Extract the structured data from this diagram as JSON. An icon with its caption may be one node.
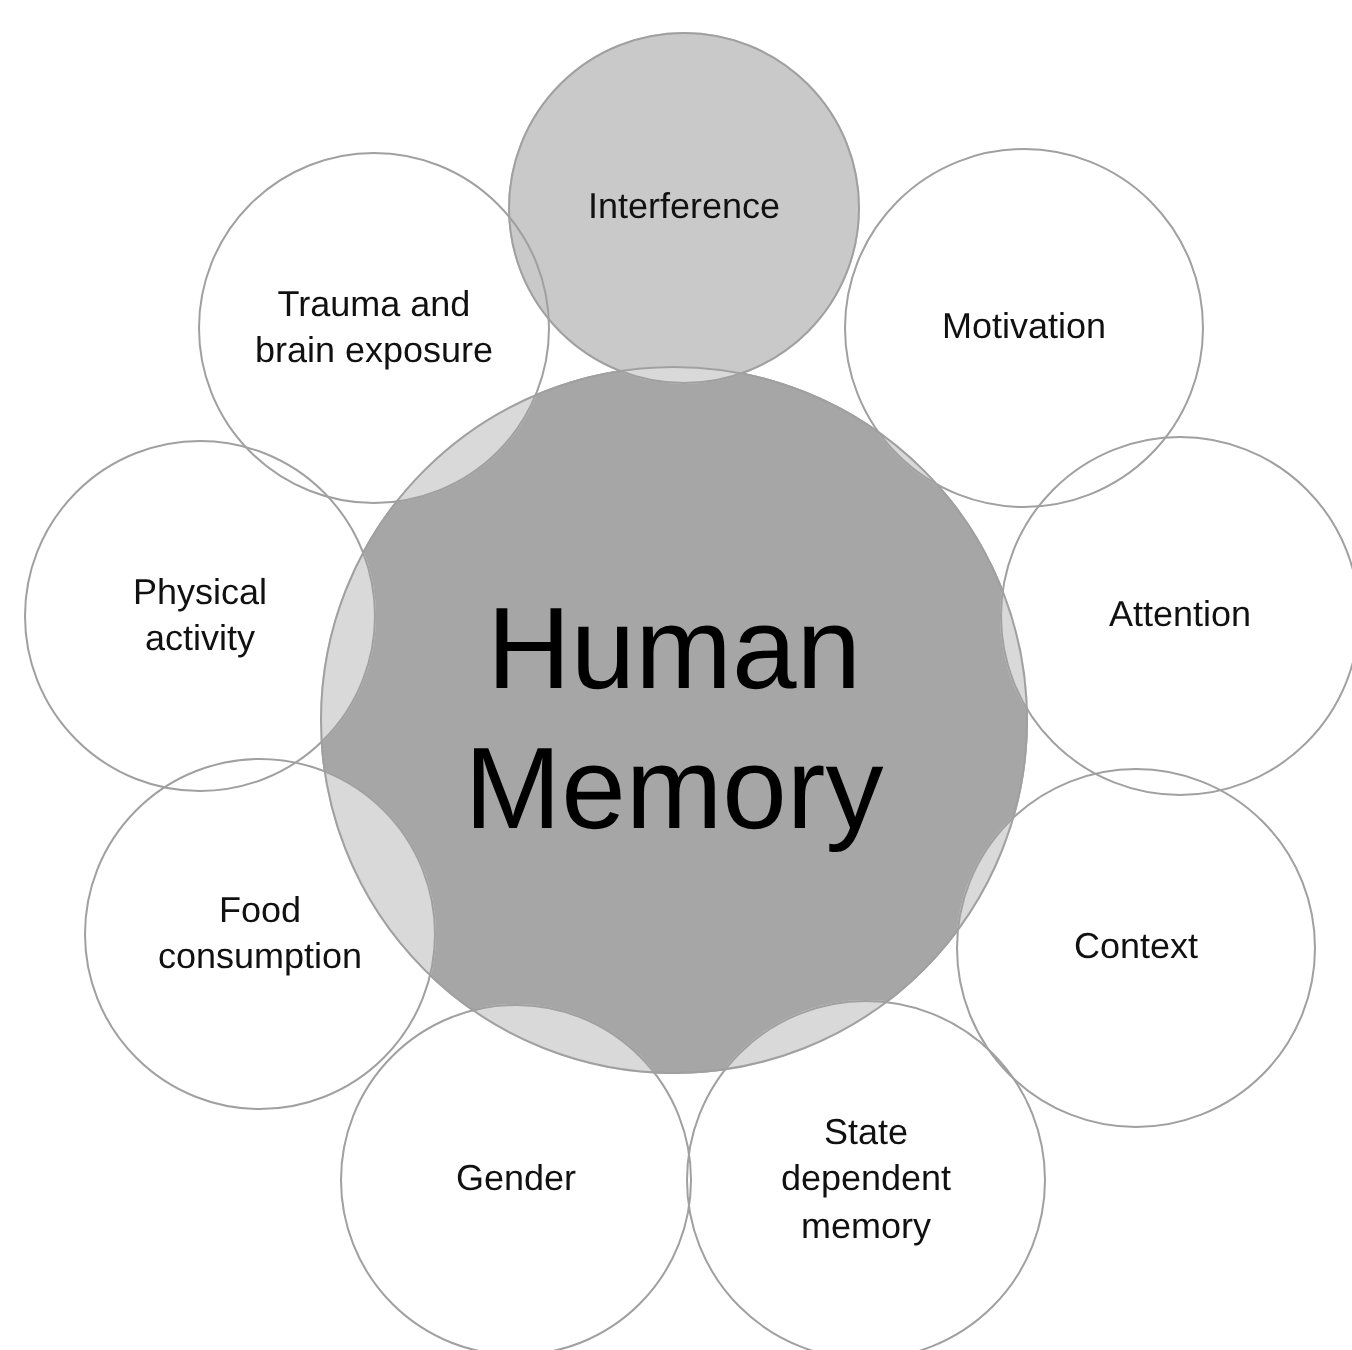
{
  "diagram": {
    "nodes": [
      {
        "text": [
          "Human Memory"
        ]
      },
      {
        "text": [
          "Interference"
        ]
      },
      {
        "text": [
          "Motivation"
        ]
      },
      {
        "text": [
          "Attention"
        ]
      },
      {
        "text": [
          "Context"
        ]
      },
      {
        "text": [
          "State dependent memory"
        ]
      },
      {
        "text": [
          "Gender"
        ]
      },
      {
        "text": [
          "Food consumption"
        ]
      },
      {
        "text": [
          "Physical activity"
        ]
      },
      {
        "text": [
          "Trauma and brain exposure"
        ]
      }
    ]
  }
}
